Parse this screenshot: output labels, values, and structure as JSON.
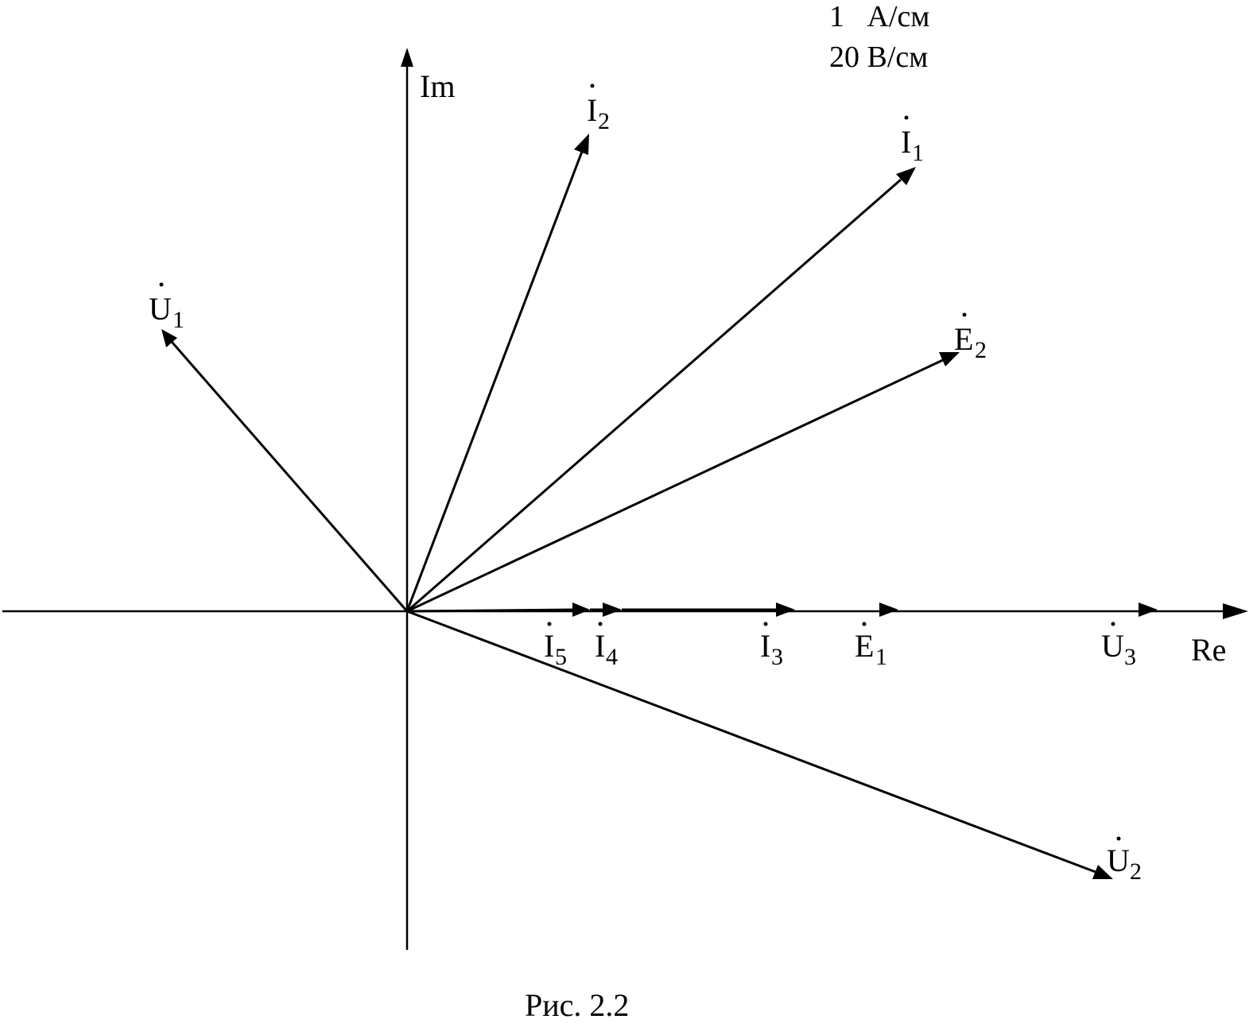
{
  "scale": {
    "current": "1   А/см",
    "voltage": "20 В/см"
  },
  "axes": {
    "im": "Im",
    "re": "Re"
  },
  "caption": "Рис. 2.2",
  "vectors": [
    {
      "id": "i2",
      "letter": "I",
      "sub": "2"
    },
    {
      "id": "i1",
      "letter": "I",
      "sub": "1"
    },
    {
      "id": "u1",
      "letter": "U",
      "sub": "1"
    },
    {
      "id": "e2",
      "letter": "E",
      "sub": "2"
    },
    {
      "id": "i5",
      "letter": "I",
      "sub": "5"
    },
    {
      "id": "i4",
      "letter": "I",
      "sub": "4"
    },
    {
      "id": "i3",
      "letter": "I",
      "sub": "3"
    },
    {
      "id": "e1",
      "letter": "E",
      "sub": "1"
    },
    {
      "id": "u3",
      "letter": "U",
      "sub": "3"
    },
    {
      "id": "u2",
      "letter": "U",
      "sub": "2"
    }
  ]
}
